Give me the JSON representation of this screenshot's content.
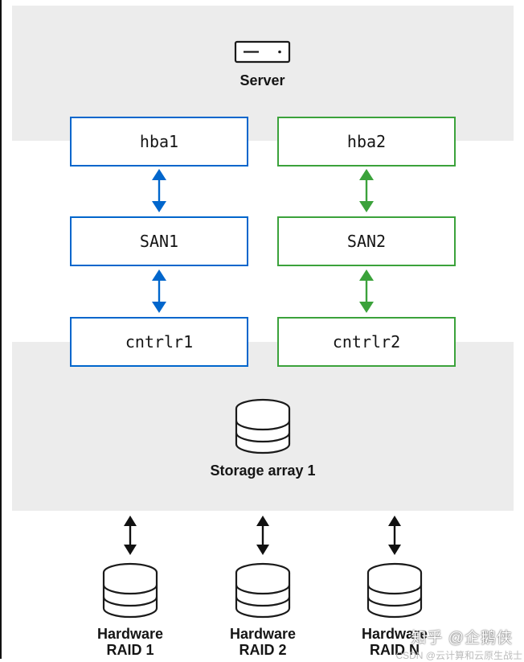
{
  "server": {
    "label": "Server"
  },
  "paths": [
    {
      "hba": "hba1",
      "san": "SAN1",
      "controller": "cntrlr1",
      "color": "#0066cc"
    },
    {
      "hba": "hba2",
      "san": "SAN2",
      "controller": "cntrlr2",
      "color": "#3ba23b"
    }
  ],
  "storage": {
    "label": "Storage array 1"
  },
  "raids": [
    {
      "line1": "Hardware",
      "line2": "RAID 1"
    },
    {
      "line1": "Hardware",
      "line2": "RAID 2"
    },
    {
      "line1": "Hardware",
      "line2": "RAID N"
    }
  ],
  "watermark": {
    "text": "知乎 @企鹅侠",
    "sub": "CSDN @云计算和云原生战士"
  },
  "colors": {
    "band": "#ececec",
    "blue": "#0066cc",
    "green": "#3ba23b",
    "text": "#151515"
  }
}
